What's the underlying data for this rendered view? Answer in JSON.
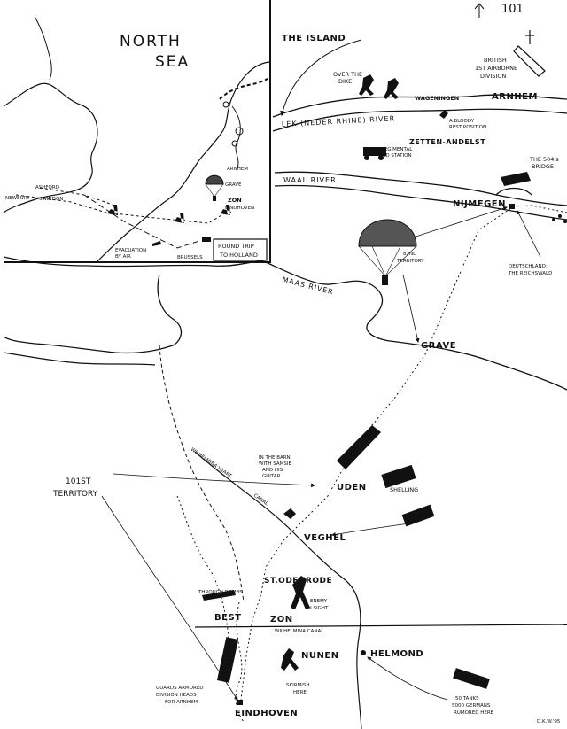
{
  "corner_mark": "101",
  "inset": {
    "sea_label_1": "NORTH",
    "sea_label_2": "SEA",
    "places": [
      "ASHFORD",
      "NEWBURY",
      "SWINDON",
      "ARNHEM",
      "GRAVE",
      "ZON",
      "EINDHOVEN",
      "BRUSSELS"
    ],
    "evac_label_1": "EVACUATION",
    "evac_label_2": "BY AIR",
    "box_label_1": "ROUND TRIP",
    "box_label_2": "TO HOLLAND"
  },
  "north": {
    "island": "THE ISLAND",
    "over_dike_1": "OVER THE",
    "over_dike_2": "DIKE",
    "wageningen": "WAGENINGEN",
    "arnhem": "ARNHEM",
    "british_1": "BRITISH",
    "british_2": "1ST AIRBORNE",
    "british_3": "DIVISION",
    "lek_river": "LEK (NEDER RHINE) RIVER",
    "bloody_1": "A BLOODY",
    "bloody_2": "REST POSITION",
    "zetten": "ZETTEN-ANDELST",
    "aid_1": "REGIMENTAL",
    "aid_2": "AID STATION",
    "bridge_1": "THE 504's",
    "bridge_2": "BRIDGE",
    "waal_river": "WAAL RIVER",
    "nijmegen": "NIJMEGEN",
    "terr82_1": "82ND",
    "terr82_2": "TERRITORY",
    "deutsch_1": "DEUTSCHLAND:",
    "deutsch_2": "THE REICHSWALD",
    "maas_river": "MAAS RIVER",
    "grave": "GRAVE"
  },
  "south": {
    "barn_1": "IN THE BARN",
    "barn_2": "WITH SAMSIE",
    "barn_3": "AND HIS",
    "barn_4": "GUITAR",
    "uden": "UDEN",
    "shelling": "SHELLING",
    "territory_1": "101ST",
    "territory_2": "TERRITORY",
    "canal_1": "WILHELMINA VAART",
    "canal_2": "CANAL",
    "veghel": "VEGHEL",
    "odenrode": "ST.ODENRODE",
    "enemy_1": "ENEMY",
    "enemy_2": "IN SIGHT",
    "bombs": "THROUGH BOMBS",
    "best": "BEST",
    "zon": "ZON",
    "canal_3": "WILHELMINA CANAL",
    "helmond": "HELMOND",
    "nunen": "NUNEN",
    "skirmish_1": "SKIRMISH",
    "skirmish_2": "HERE",
    "guards_1": "GUARDS ARMORED",
    "guards_2": "DIVISION HEADS",
    "guards_3": "FOR ARNHEM",
    "eindhoven": "EINDHOVEN",
    "tanks_1": "50 TANKS",
    "tanks_2": "5000 GERMANS",
    "tanks_3": "RUMORED HERE",
    "signature": "D.K.W.'95"
  }
}
